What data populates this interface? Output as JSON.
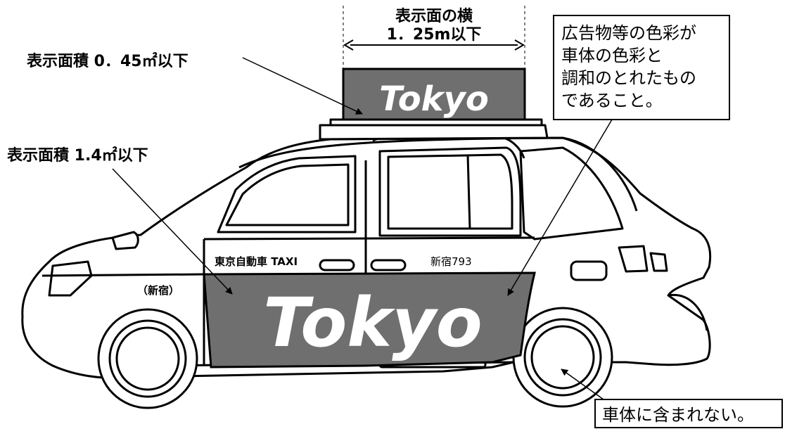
{
  "labels": {
    "width_title": "表示面の横",
    "width_value": "1．25m以下",
    "roof_area": "表示面積 0．45㎡以下",
    "door_area": "表示面積 1.4㎡以下",
    "color_note": [
      "広告物等の色彩が",
      "車体の色彩と",
      "調和のとれたもの",
      "であること。"
    ],
    "excluded_note": "車体に含まれない。"
  },
  "roof_sign": {
    "text": "Tokyo"
  },
  "door_ad": {
    "text": "Tokyo"
  },
  "car_text": {
    "company": "東京自動車 TAXI",
    "area_tag": "（新宿）",
    "number": "新宿793"
  },
  "colors": {
    "ad_panel": "#6f6f6f",
    "outline": "#000000",
    "body": "#ffffff"
  }
}
